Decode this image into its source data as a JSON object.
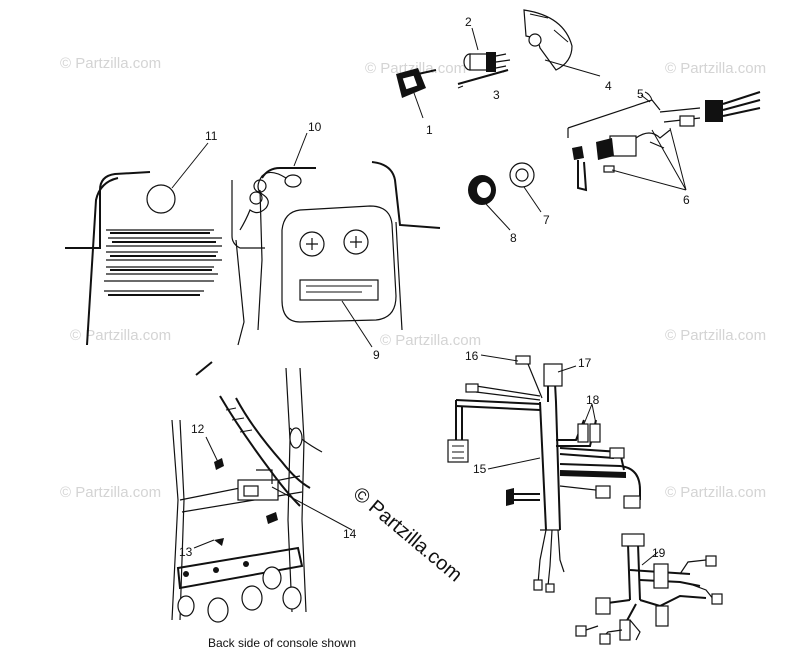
{
  "watermark": {
    "text": "© Partzilla.com",
    "copies": 8,
    "center_text": "© Partzilla.com"
  },
  "caption": "Back side of console shown",
  "callouts": [
    "1",
    "2",
    "3",
    "4",
    "5",
    "6",
    "7",
    "8",
    "9",
    "10",
    "11",
    "12",
    "13",
    "14",
    "15",
    "16",
    "17",
    "18",
    "19"
  ]
}
